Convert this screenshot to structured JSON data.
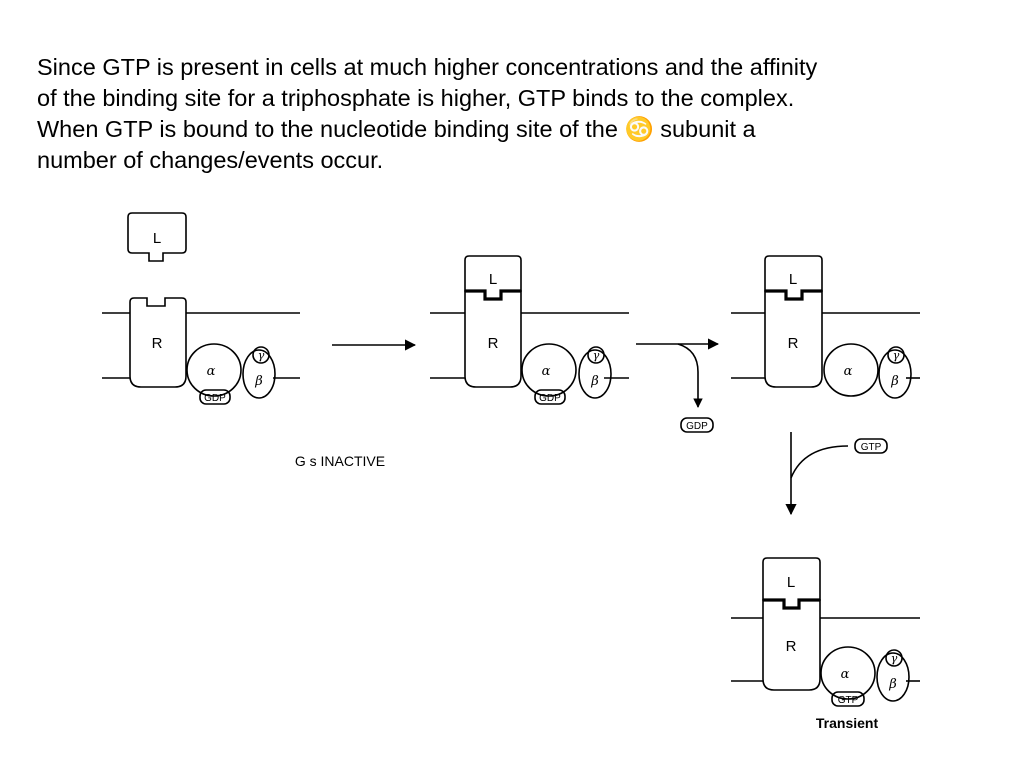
{
  "slide": {
    "text_lines": [
      "Since GTP is present in cells at much higher concentrations and the affinity",
      "of the binding site for a triphosphate is higher, GTP binds to the complex.",
      "When GTP is bound to the nucleotide binding site of the ♋ subunit a",
      "number of changes/events occur."
    ]
  },
  "diagram": {
    "ligand_label": "L",
    "receptor_label": "R",
    "alpha_label": "α",
    "beta_label": "β",
    "gamma_label": "γ",
    "gdp_label": "GDP",
    "gtp_label": "GTP",
    "inactive_caption": "G s  INACTIVE",
    "transient_caption": "Transient"
  }
}
